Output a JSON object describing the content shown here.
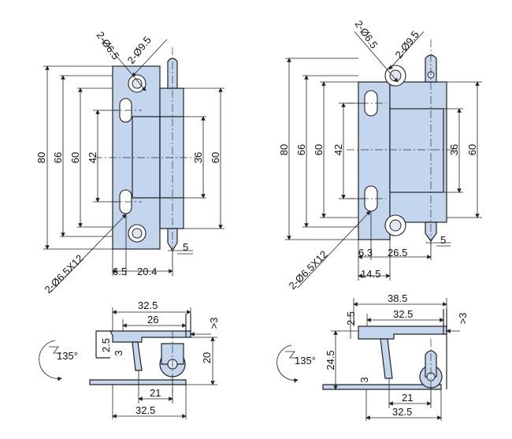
{
  "left_view": {
    "dims": {
      "hole_large": "2-Ø9.5",
      "hole_small": "2-Ø6.5",
      "slot": "2-Ø6.5X12",
      "h80": "80",
      "h66": "66",
      "h60a": "60",
      "h42": "42",
      "h36": "36",
      "h60b": "60",
      "w5": "5",
      "w6_5": "6.5",
      "w20_4": "20.4"
    },
    "section": {
      "w32_5_top": "32.5",
      "w26": "26",
      "w3": ">3",
      "h2_5": "2.5",
      "h3": "3",
      "h20": "20",
      "w21": "21",
      "w32_5_bottom": "32.5",
      "angle": "135°"
    }
  },
  "right_view": {
    "dims": {
      "hole_large": "2-Ø9.5",
      "hole_small": "2-Ø6.5",
      "slot": "2-Ø6.5X12",
      "h80": "80",
      "h66": "66",
      "h60a": "60",
      "h42": "42",
      "h36": "36",
      "h60b": "60",
      "w5": "5",
      "w6_3": "6.3",
      "w26_5": "26.5",
      "w14_5": "14.5"
    },
    "section": {
      "w38_5": "38.5",
      "w32_5_top": "32.5",
      "w3": ">3",
      "h2_5": "2.5",
      "h24_5": "24.5",
      "h3": "3",
      "w21": "21",
      "w32_5_bottom": "32.5",
      "angle": "135°"
    }
  }
}
